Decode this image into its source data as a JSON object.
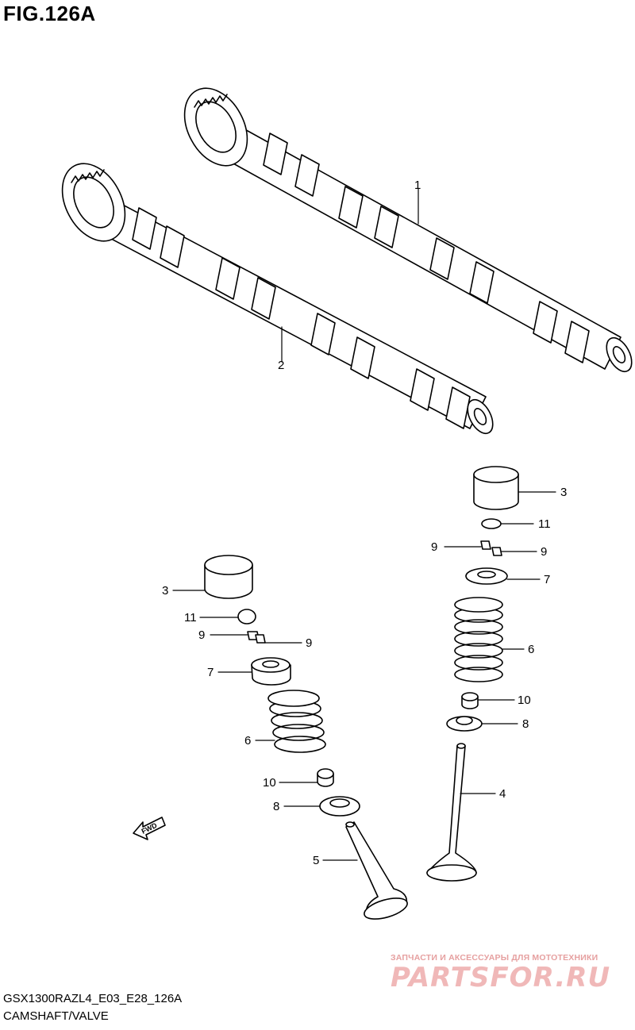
{
  "figure": {
    "title": "FIG.126A",
    "model_code": "GSX1300RAZL4_E03_E28_126A",
    "section_name": "CAMSHAFT/VALVE"
  },
  "callouts": [
    {
      "id": "c1",
      "label": "1"
    },
    {
      "id": "c2",
      "label": "2"
    },
    {
      "id": "c3r",
      "label": "3"
    },
    {
      "id": "c11r",
      "label": "11"
    },
    {
      "id": "c9rl",
      "label": "9"
    },
    {
      "id": "c9rr",
      "label": "9"
    },
    {
      "id": "c7r",
      "label": "7"
    },
    {
      "id": "c6r",
      "label": "6"
    },
    {
      "id": "c10r",
      "label": "10"
    },
    {
      "id": "c8r",
      "label": "8"
    },
    {
      "id": "c4",
      "label": "4"
    },
    {
      "id": "c3l",
      "label": "3"
    },
    {
      "id": "c11l",
      "label": "11"
    },
    {
      "id": "c9ll",
      "label": "9"
    },
    {
      "id": "c9lr",
      "label": "9"
    },
    {
      "id": "c7l",
      "label": "7"
    },
    {
      "id": "c6l",
      "label": "6"
    },
    {
      "id": "c10l",
      "label": "10"
    },
    {
      "id": "c8l",
      "label": "8"
    },
    {
      "id": "c5",
      "label": "5"
    }
  ],
  "fwd_arrow_label": "FWD",
  "watermark": {
    "tagline": "ЗАПЧАСТИ И АКСЕССУАРЫ ДЛЯ МОТОТЕХНИКИ",
    "logo": "PARTSFOR.RU",
    "color": "#e88080"
  }
}
